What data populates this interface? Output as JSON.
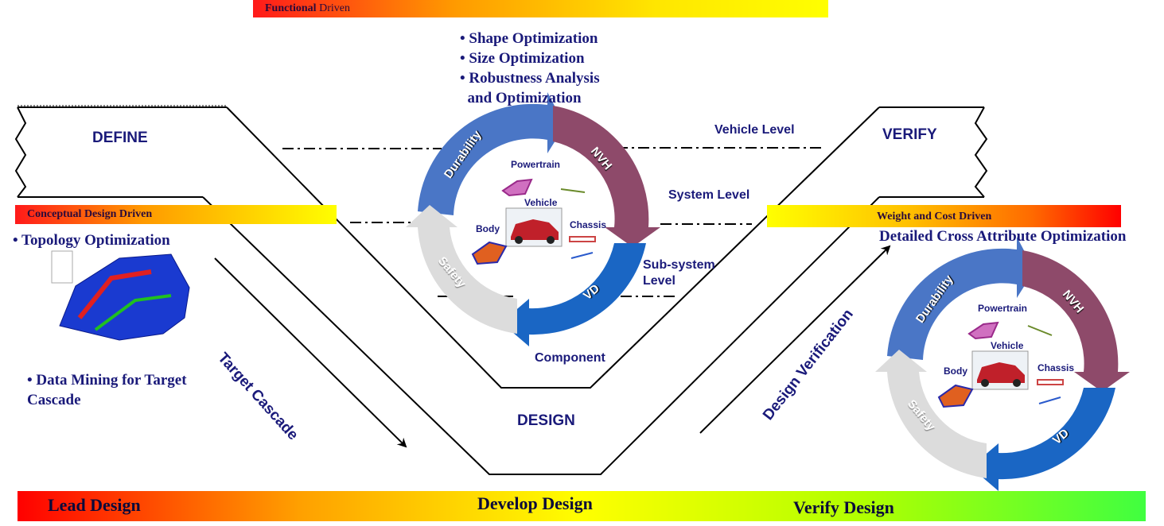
{
  "top_bar": {
    "strong": "Functional",
    "rest": " Driven"
  },
  "left_bar": {
    "label": "Conceptual Design Driven"
  },
  "right_bar": {
    "label": "Weight and Cost Driven"
  },
  "bottom_bar": {
    "lead": "Lead Design",
    "develop": "Develop Design",
    "verify": "Verify Design"
  },
  "phases": {
    "define": "DEFINE",
    "verify": "VERIFY",
    "design": "DESIGN"
  },
  "levels": {
    "vehicle": "Vehicle Level",
    "system": "System Level",
    "subsystem_1": "Sub-system",
    "subsystem_2": "Level",
    "component": "Component"
  },
  "optimizations": [
    "• Shape Optimization",
    "• Size Optimization",
    "• Robustness Analysis",
    "  and Optimization"
  ],
  "left_items": {
    "topology": "• Topology Optimization",
    "data_mining_1": "• Data Mining for Target",
    "data_mining_2": "Cascade"
  },
  "right_items": {
    "detailed": "Detailed Cross Attribute Optimization"
  },
  "arrows": {
    "target_cascade": "Target Cascade",
    "design_verification": "Design Verification"
  },
  "cycle": {
    "durability": "Durability",
    "nvh": "NVH",
    "vd": "VD",
    "safety": "Safety",
    "powertrain": "Powertrain",
    "vehicle": "Vehicle",
    "chassis": "Chassis",
    "body": "Body"
  },
  "colors": {
    "navy": "#1a1a7a",
    "durability": "#4a76c6",
    "nvh": "#8e4a6a",
    "vd": "#1a66c4",
    "safety": "#dcdcdc",
    "car": "#c0202a"
  }
}
